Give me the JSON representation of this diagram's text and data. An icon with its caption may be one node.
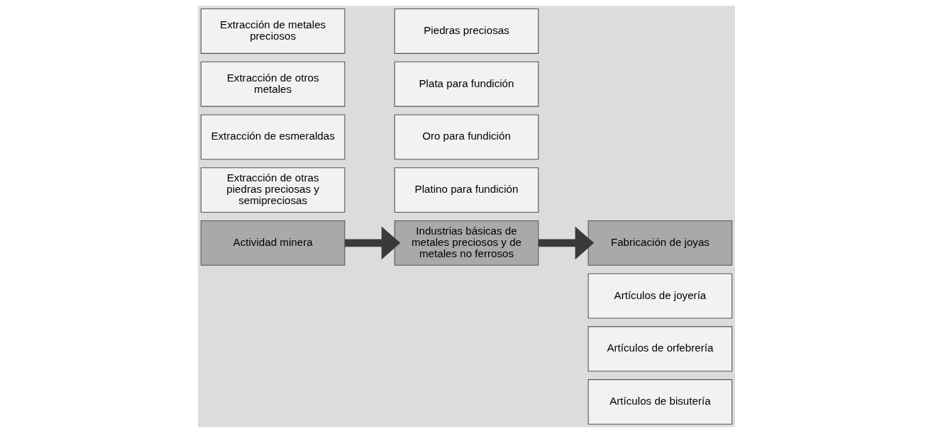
{
  "diagram": {
    "nodes": [
      {
        "text": [
          "Actividad minera"
        ]
      },
      {
        "text": [
          "Extracción de metales preciosos"
        ]
      },
      {
        "text": [
          "Extracción de otros metales"
        ]
      },
      {
        "text": [
          "Extracción de esmeraldas"
        ]
      },
      {
        "text": [
          "Extracción de otras piedras preciosas y semipreciosas"
        ]
      },
      {
        "text": [
          "Industrias básicas de metales preciosos y de metales no ferrosos"
        ]
      },
      {
        "text": [
          "Piedras preciosas"
        ]
      },
      {
        "text": [
          "Plata para fundición"
        ]
      },
      {
        "text": [
          "Oro para fundición"
        ]
      },
      {
        "text": [
          "Platino para fundición"
        ]
      },
      {
        "text": [
          "Fabricación de joyas"
        ]
      },
      {
        "text": [
          "Artículos de joyería"
        ]
      },
      {
        "text": [
          "Artículos de orfebrería"
        ]
      },
      {
        "text": [
          "Artículos de bisutería"
        ]
      }
    ],
    "edges": [
      {
        "from": 0,
        "to": 5,
        "arrow": "to"
      },
      {
        "from": 5,
        "to": 10,
        "arrow": "to"
      }
    ]
  }
}
